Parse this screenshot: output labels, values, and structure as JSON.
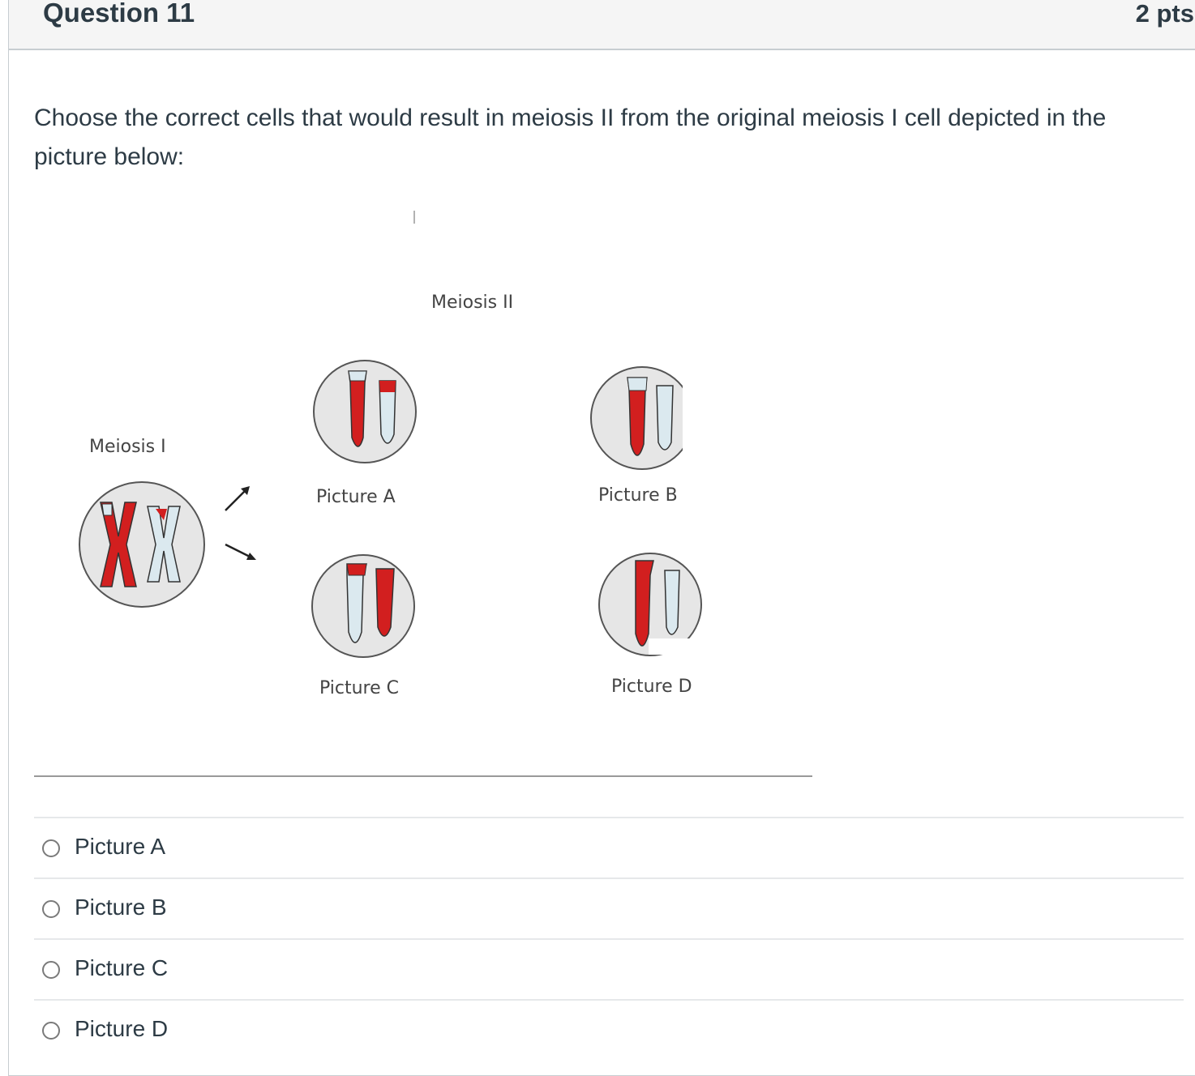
{
  "question": {
    "title": "Question 11",
    "points": "2 pts",
    "text": "Choose the correct cells that would result in meiosis II from the original meiosis I cell depicted in the picture below:"
  },
  "figure": {
    "meiosis_ii_label": "Meiosis II",
    "meiosis_i_label": "Meiosis I",
    "cells": [
      {
        "label": "Picture A"
      },
      {
        "label": "Picture B"
      },
      {
        "label": "Picture C"
      },
      {
        "label": "Picture D"
      }
    ],
    "colors": {
      "red": "#d21f1f",
      "light_blue": "#dbe9ef",
      "outline": "#333333",
      "cell_fill": "#e6e6e6"
    }
  },
  "answers": [
    {
      "label": "Picture A"
    },
    {
      "label": "Picture B"
    },
    {
      "label": "Picture C"
    },
    {
      "label": "Picture D"
    }
  ]
}
